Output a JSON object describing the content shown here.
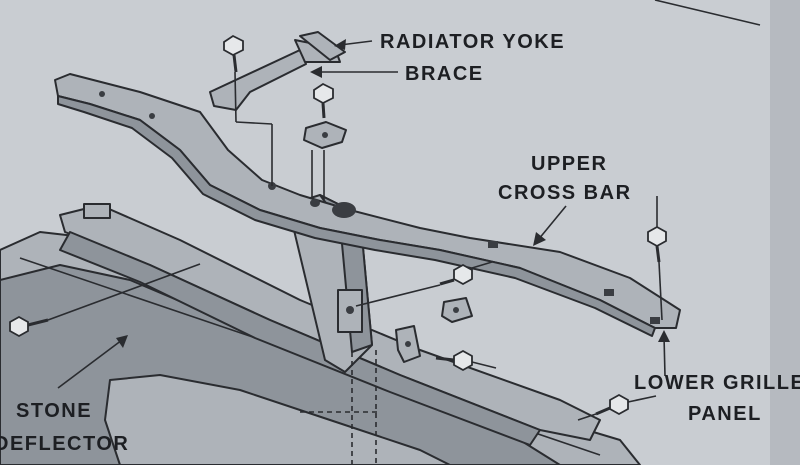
{
  "labels": {
    "radiator_yoke": "RADIATOR YOKE",
    "brace": "BRACE",
    "upper_cross_bar_line1": "UPPER",
    "upper_cross_bar_line2": "CROSS BAR",
    "lower_grille_panel_line1": "LOWER GRILLE",
    "lower_grille_panel_line2": "PANEL",
    "stone_deflector_line1": "STONE",
    "stone_deflector_line2": "DEFLECTOR"
  },
  "colors": {
    "paper": "#c9cdd2",
    "ink": "#2a2c30",
    "metal": "#aeb3b9"
  }
}
